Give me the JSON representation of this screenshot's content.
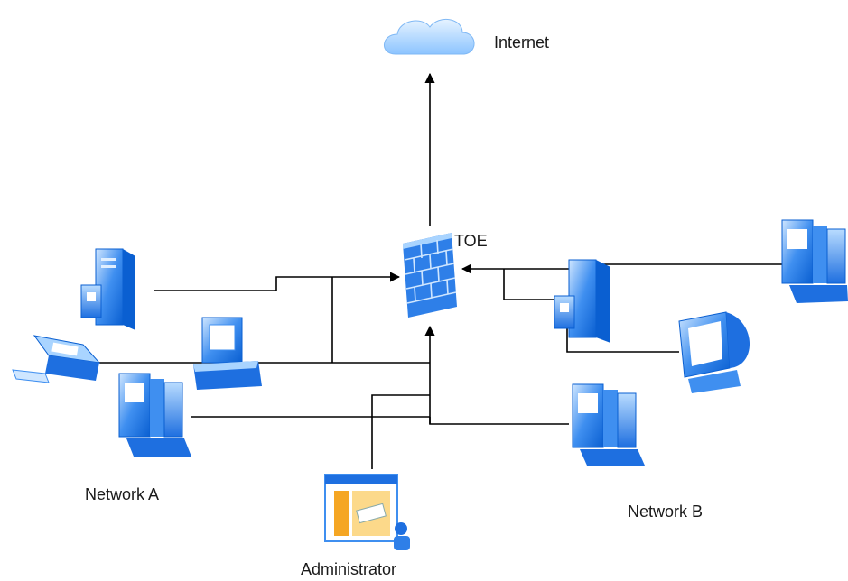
{
  "labels": {
    "internet": "Internet",
    "toe": "TOE",
    "network_a": "Network A",
    "network_b": "Network B",
    "administrator": "Administrator"
  },
  "nodes": {
    "cloud": "cloud-icon",
    "firewall": "firewall-icon",
    "server_a": "server-icon",
    "printer_a": "printer-icon",
    "monitor_a": "monitor-icon",
    "workstation_a": "workstation-icon",
    "admin_console": "admin-console-icon",
    "server_b": "server-icon",
    "monitor_b": "monitor-icon",
    "workstation_b1": "workstation-icon",
    "workstation_b2": "workstation-icon"
  },
  "colors": {
    "device_light": "#a9d4ff",
    "device_mid": "#3f8ff0",
    "device_dark": "#0a5fd1",
    "line": "#000000",
    "admin_orange": "#f5a623"
  }
}
